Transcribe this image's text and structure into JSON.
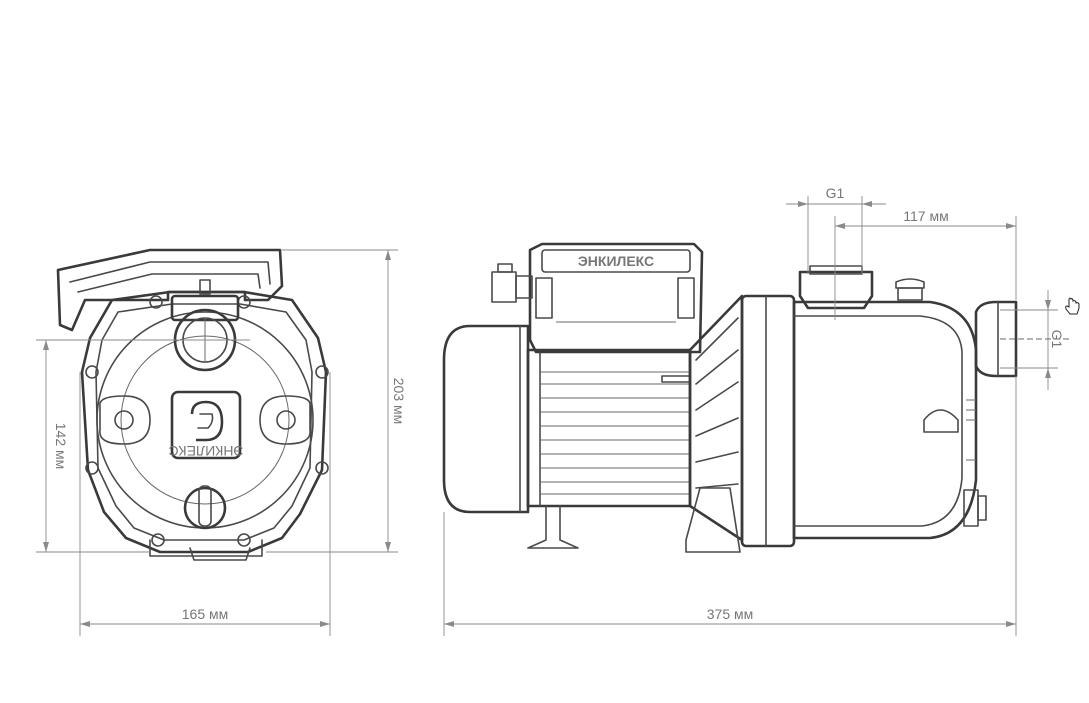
{
  "dimensions": {
    "front_width": "165 мм",
    "front_height": "203 мм",
    "front_axis_height": "142 мм",
    "side_length": "375 мм",
    "outlet_offset": "117 мм",
    "outlet_thread": "G1",
    "inlet_thread": "G1"
  },
  "brand": {
    "name": "ЭНКИЛЕКС"
  },
  "icons": {
    "cursor": "hand-cursor-icon"
  }
}
